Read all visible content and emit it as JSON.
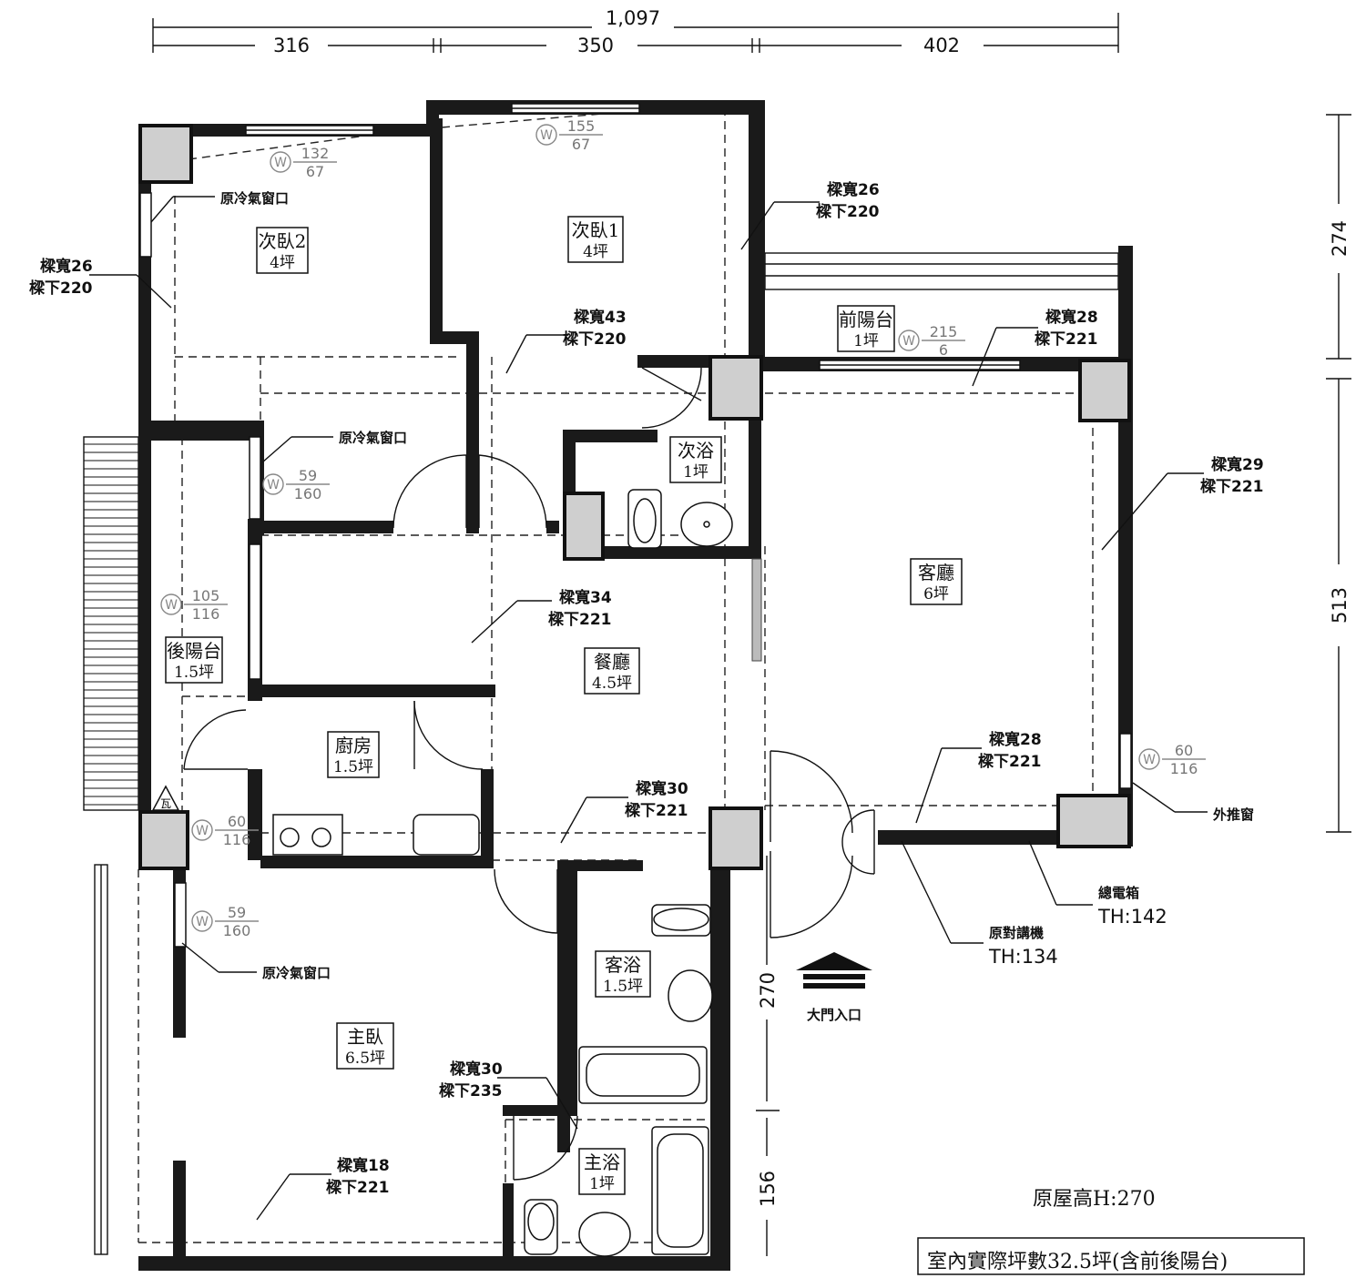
{
  "dimensions": {
    "total_width": "1,097",
    "seg_left": "316",
    "seg_mid": "350",
    "seg_right": "402",
    "right_upper": "274",
    "right_lower": "513",
    "entry_upper": "270",
    "entry_lower": "156"
  },
  "rooms": [
    {
      "id": "bedroom2",
      "name": "次臥2",
      "size": "4坪"
    },
    {
      "id": "bedroom1",
      "name": "次臥1",
      "size": "4坪"
    },
    {
      "id": "front-balcony",
      "name": "前陽台",
      "size": "1坪"
    },
    {
      "id": "bath2",
      "name": "次浴",
      "size": "1坪"
    },
    {
      "id": "living",
      "name": "客廳",
      "size": "6坪"
    },
    {
      "id": "back-balcony",
      "name": "後陽台",
      "size": "1.5坪"
    },
    {
      "id": "dining",
      "name": "餐廳",
      "size": "4.5坪"
    },
    {
      "id": "kitchen",
      "name": "廚房",
      "size": "1.5坪"
    },
    {
      "id": "guest-bath",
      "name": "客浴",
      "size": "1.5坪"
    },
    {
      "id": "master",
      "name": "主臥",
      "size": "6.5坪"
    },
    {
      "id": "master-bath",
      "name": "主浴",
      "size": "1坪"
    }
  ],
  "beams": [
    {
      "width": "樑寬26",
      "height": "樑下220"
    },
    {
      "width": "樑寬26",
      "height": "樑下220"
    },
    {
      "width": "樑寬43",
      "height": "樑下220"
    },
    {
      "width": "樑寬28",
      "height": "樑下221"
    },
    {
      "width": "樑寬29",
      "height": "樑下221"
    },
    {
      "width": "樑寬34",
      "height": "樑下221"
    },
    {
      "width": "樑寬28",
      "height": "樑下221"
    },
    {
      "width": "樑寬30",
      "height": "樑下221"
    },
    {
      "width": "樑寬30",
      "height": "樑下235"
    },
    {
      "width": "樑寬18",
      "height": "樑下221"
    }
  ],
  "windows": [
    {
      "w": "132",
      "h": "67"
    },
    {
      "w": "155",
      "h": "67"
    },
    {
      "w": "215",
      "h": "6"
    },
    {
      "w": "59",
      "h": "160"
    },
    {
      "w": "105",
      "h": "116"
    },
    {
      "w": "60",
      "h": "116"
    },
    {
      "w": "60",
      "h": "116"
    },
    {
      "w": "59",
      "h": "160"
    }
  ],
  "window_symbol": "W",
  "notes": {
    "ac_window": "原冷氣窗口",
    "outward_window": "外推窗",
    "main_panel": "總電箱",
    "main_panel_height": "TH:142",
    "intercom": "原對講機",
    "intercom_height": "TH:134",
    "entrance": "大門入口",
    "gas": "瓦",
    "ceiling_height": "原屋高H:270",
    "total_area": "室內實際坪數32.5坪(含前後陽台)"
  }
}
